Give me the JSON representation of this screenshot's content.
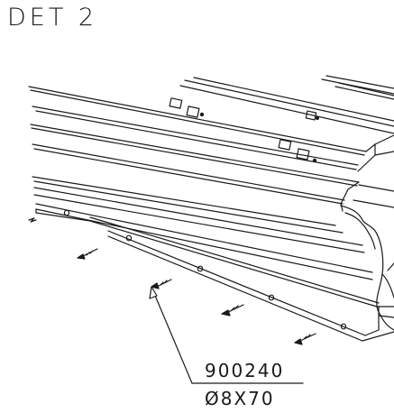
{
  "detail": {
    "title": "DET 2"
  },
  "callout": {
    "part_number": "900240",
    "spec": "Ø8X70"
  },
  "drawing": {
    "line_color": "#1a1a1a",
    "background": "#ffffff"
  }
}
